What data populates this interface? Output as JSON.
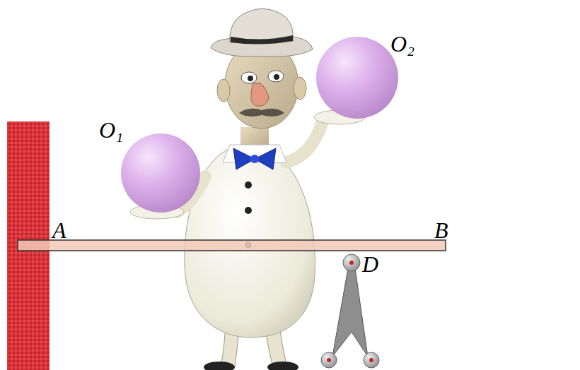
{
  "diagram": {
    "labels": [
      "O₁",
      "O₂",
      "A",
      "B",
      "D"
    ]
  }
}
